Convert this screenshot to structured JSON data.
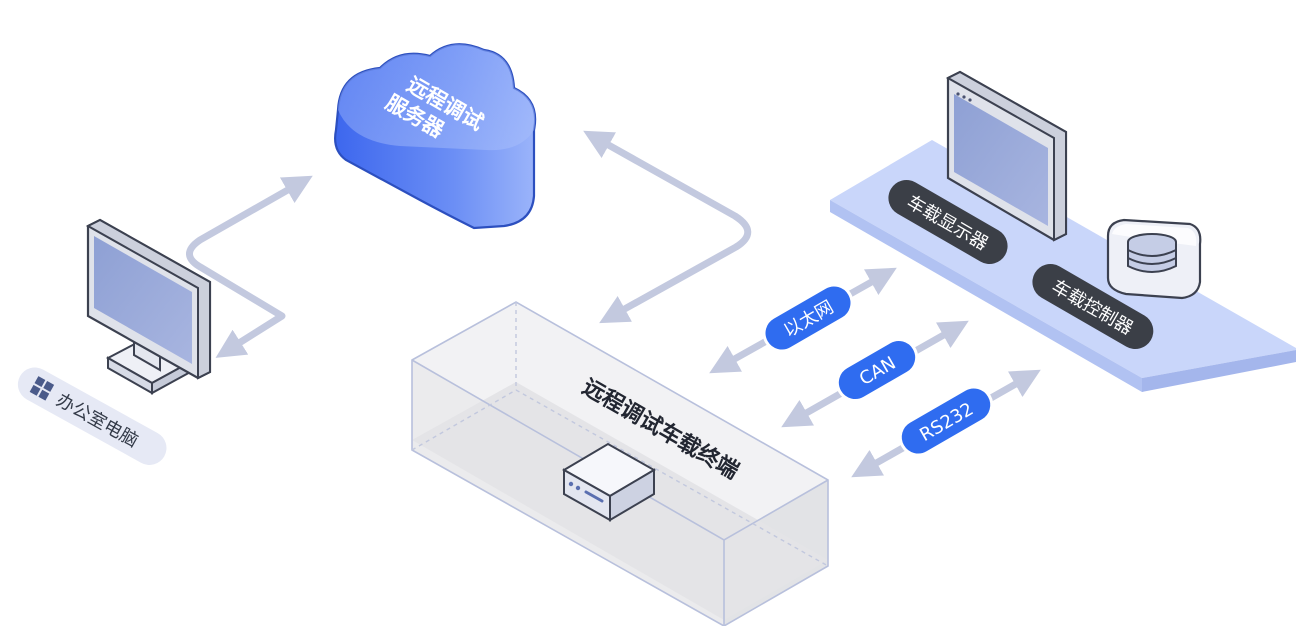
{
  "cloud": {
    "line1": "远程调试",
    "line2": "服务器"
  },
  "office_pc": {
    "label": "办公室电脑"
  },
  "terminal": {
    "label": "远程调试车载终端"
  },
  "vehicle": {
    "display_label": "车载显示器",
    "controller_label": "车载控制器"
  },
  "links": [
    {
      "label": "以太网"
    },
    {
      "label": "CAN"
    },
    {
      "label": "RS232"
    }
  ],
  "colors": {
    "arrow": "#c3c9df",
    "cloud_blue": "#5f84f2",
    "pill_blue": "#2f6cf0",
    "pill_dark": "#3b3f47",
    "platform": "#c9d6fa"
  }
}
